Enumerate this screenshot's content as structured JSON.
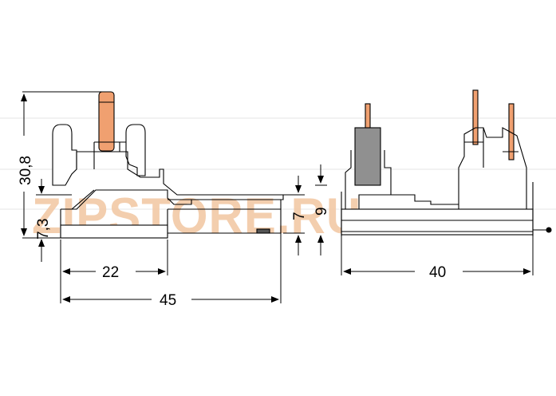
{
  "dimensions": {
    "height_total": "30,8",
    "height_lower": "7,3",
    "width_22": "22",
    "width_45": "45",
    "gap_7": "7",
    "gap_9": "9",
    "width_40": "40"
  },
  "watermark": {
    "text": "ZIPSTORE.RU",
    "color": "#f2c9a6"
  },
  "colors": {
    "pin": "#f0a070",
    "pin_grey": "#909090",
    "line": "#000000"
  }
}
